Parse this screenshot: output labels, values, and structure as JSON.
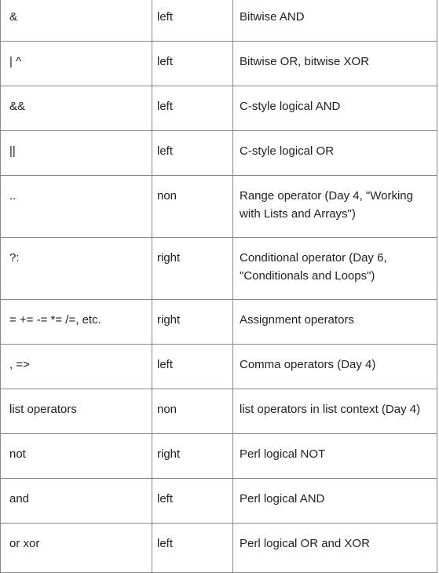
{
  "rows": [
    {
      "op": "&",
      "assoc": "left",
      "desc": "Bitwise AND"
    },
    {
      "op": "| ^",
      "assoc": "left",
      "desc": "Bitwise OR, bitwise XOR"
    },
    {
      "op": "&&",
      "assoc": "left",
      "desc": "C-style logical AND"
    },
    {
      "op": "||",
      "assoc": "left",
      "desc": "C-style logical OR"
    },
    {
      "op": "..",
      "assoc": "non",
      "desc": "Range operator (Day 4, \"Working with Lists and Arrays\")"
    },
    {
      "op": "?:",
      "assoc": "right",
      "desc": "Conditional operator (Day 6, \"Conditionals and Loops\")"
    },
    {
      "op": "= += -= *= /=, etc.",
      "assoc": "right",
      "desc": "Assignment operators"
    },
    {
      "op": ", =>",
      "assoc": "left",
      "desc": "Comma operators (Day 4)"
    },
    {
      "op": "list operators",
      "assoc": "non",
      "desc": "list operators in list context (Day 4)"
    },
    {
      "op": "not",
      "assoc": "right",
      "desc": "Perl logical NOT"
    },
    {
      "op": "and",
      "assoc": "left",
      "desc": "Perl logical AND"
    },
    {
      "op": "or xor",
      "assoc": "left",
      "desc": "Perl logical OR and XOR"
    }
  ]
}
